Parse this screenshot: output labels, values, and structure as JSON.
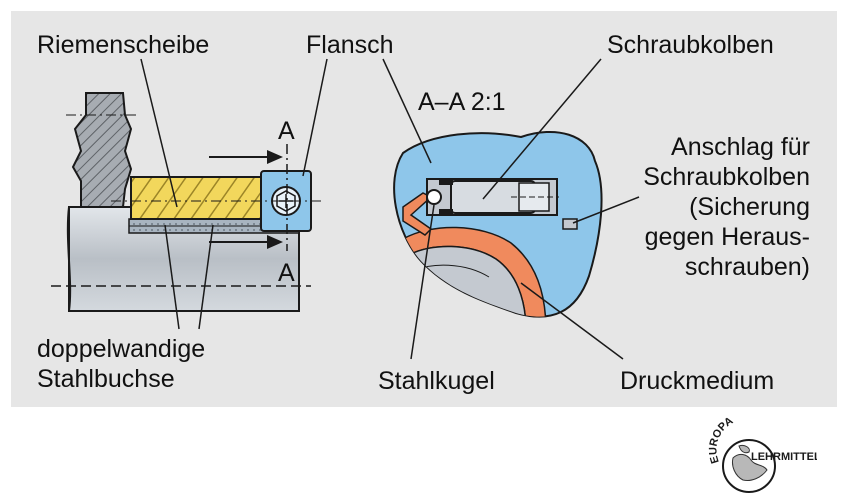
{
  "labels": {
    "riemenscheibe": "Riemenscheibe",
    "flansch": "Flansch",
    "schraubkolben": "Schraubkolben",
    "section_title": "A–A 2:1",
    "anschlag_lines": [
      "Anschlag für",
      "Schraubkolben",
      "(Sicherung",
      "gegen Heraus-",
      "schrauben)"
    ],
    "doppelwandige_lines": [
      "doppelwandige",
      "Stahlbuchse"
    ],
    "stahlkugel": "Stahlkugel",
    "druckmedium": "Druckmedium",
    "section_marker_top": "A",
    "section_marker_bottom": "A"
  },
  "logo": {
    "top_text": "EUROPA",
    "right_text": "LEHRMITTEL"
  },
  "colors": {
    "panel": "#e6e6e6",
    "shaft": "#c4c9d0",
    "hatch": "#8e9399",
    "pulley": "#f2d75c",
    "flange": "#8ec6ea",
    "section_fill": "#8ec6ea",
    "medium": "#f08a5d",
    "dark": "#1a1a1a"
  }
}
